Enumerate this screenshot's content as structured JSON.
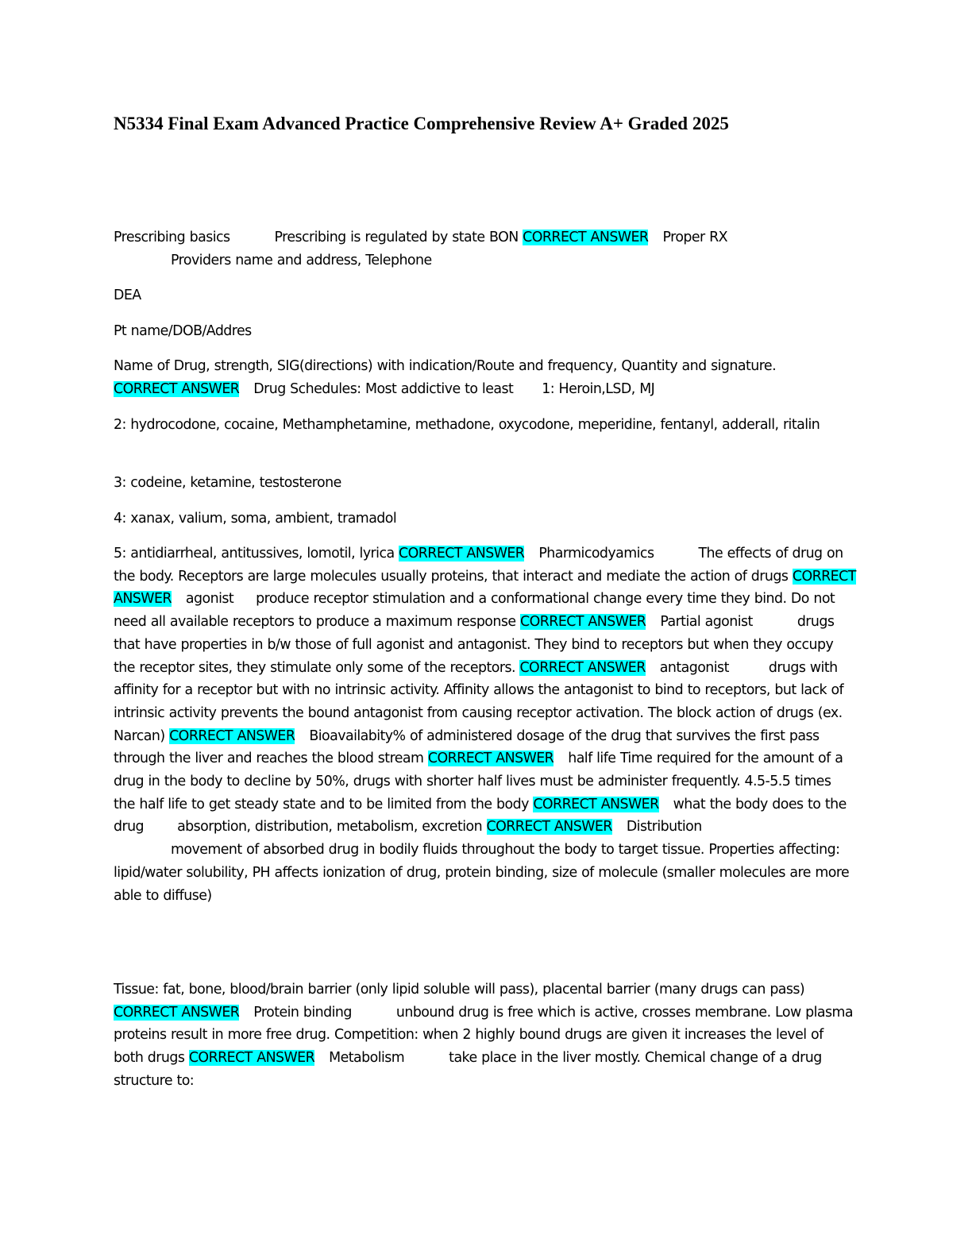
{
  "title": "N5334 Final Exam Advanced Practice Comprehensive Review A+ Graded 2025",
  "correct_answer_label": "CORRECT ANSWER",
  "highlight_color": "#00ffff",
  "p1": {
    "a": "Prescribing basics",
    "b": "Prescribing is regulated by state BON",
    "c": "Proper RX",
    "d": "Providers name and address, Telephone"
  },
  "p2": "DEA",
  "p3": "Pt name/DOB/Addres",
  "p4": {
    "a": "Name of Drug, strength, SIG(directions) with indication/Route and frequency, Quantity and signature.",
    "b": "Drug Schedules: Most addictive to least",
    "c": "1: Heroin,LSD, MJ"
  },
  "p5": "2: hydrocodone, cocaine, Methamphetamine, methadone, oxycodone, meperidine, fentanyl, adderall, ritalin",
  "p6": "3: codeine, ketamine, testosterone",
  "p7": "4: xanax, valium, soma, ambient, tramadol",
  "p8": {
    "a": "5: antidiarrheal, antitussives, lomotil, lyrica",
    "b": "Pharmicodyamics",
    "c": "The effects of drug on the body. Receptors are large molecules usually proteins, that interact and mediate the action of drugs",
    "d": "agonist",
    "e": "produce receptor stimulation and a conformational change every time they bind. Do not need all available receptors to produce a maximum response",
    "f": "Partial agonist",
    "g": "drugs that have properties in b/w those of full agonist and antagonist. They bind to receptors but when they occupy the receptor sites, they stimulate only some of the receptors.",
    "h": "antagonist",
    "i": "drugs with affinity for a receptor but with no intrinsic activity. Affinity allows the antagonist to bind to receptors, but lack of intrinsic activity prevents the bound antagonist from causing receptor activation. The block action of drugs (ex. Narcan)",
    "j": "Bioavailabity% of administered dosage of the drug that survives the first pass through the liver and reaches the blood stream",
    "k": "half life Time required for the amount of a drug in the body to decline by 50%, drugs with shorter half lives must be administer frequently. 4.5-5.5 times the half life to get steady state and to be limited from the body",
    "l": "what the body does to the drug",
    "m": "absorption, distribution, metabolism, excretion",
    "n": "Distribution",
    "o": "movement of absorbed drug in bodily fluids throughout the body to target tissue. Properties affecting: lipid/water solubility, PH affects ionization of drug, protein binding, size of molecule (smaller molecules are more able to diffuse)"
  },
  "p9": {
    "a": "Tissue: fat, bone, blood/brain barrier (only lipid soluble will pass), placental barrier (many drugs can pass)",
    "b": "Protein binding",
    "c": "unbound drug is free which is active, crosses membrane. Low plasma proteins result in more free drug. Competition: when 2 highly bound drugs are given it increases the level of both drugs",
    "d": "Metabolism",
    "e": "take place in the liver mostly. Chemical change of a drug structure to:"
  }
}
